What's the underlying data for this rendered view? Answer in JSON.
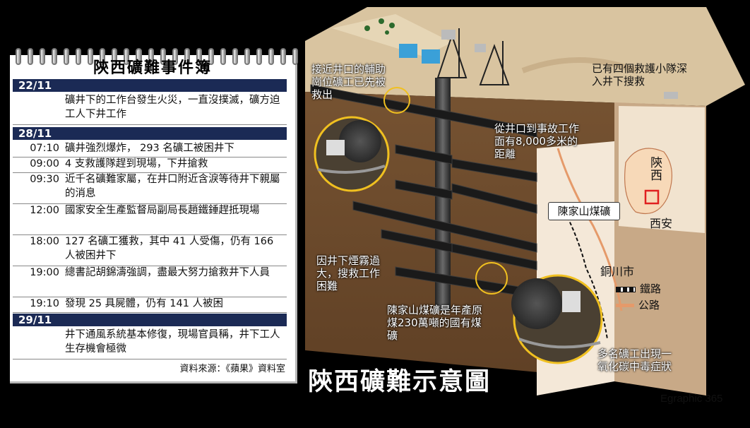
{
  "notebook": {
    "title": "陝西礦難事件簿",
    "source": "資料來源：《蘋果》資料室",
    "days": [
      {
        "date": "22/11",
        "events": [
          {
            "time": "",
            "text": "礦井下的工作台發生火災，一直沒撲滅，礦方迫工人下井工作"
          }
        ]
      },
      {
        "date": "28/11",
        "events": [
          {
            "time": "07:10",
            "text": "礦井強烈爆炸， 293 名礦工被困井下"
          },
          {
            "time": "09:00",
            "text": "4 支救護隊趕到現場，下井搶救"
          },
          {
            "time": "09:30",
            "text": "近千名礦難家屬，在井口附近含淚等待井下親屬的消息"
          },
          {
            "time": "12:00",
            "text": "國家安全生產監督局副局長趙鐵錘趕抵現場"
          },
          {
            "time": "18:00",
            "text": "127 名礦工獲救，其中 41 人受傷，仍有 166 人被困井下"
          },
          {
            "time": "19:00",
            "text": "總書記胡錦濤強調，盡最大努力搶救井下人員"
          },
          {
            "time": "19:10",
            "text": "發現 25 具屍體，仍有 141 人被困"
          }
        ]
      },
      {
        "date": "29/11",
        "events": [
          {
            "time": "",
            "text": "井下通風系統基本修復，現場官員稱，井下工人生存機會極微"
          }
        ]
      }
    ]
  },
  "labels": {
    "worker_rescue": "接近井口的輔助崗位礦工已先被救出",
    "rescue_teams": "已有四個救護小隊深入井下搜救",
    "distance": "從井口到事故工作面有8,000多米的距離",
    "mine_name": "陳家山煤礦",
    "smoke": "因井下煙霧過大，搜救工作困難",
    "mine_info": "陳家山煤礦是年產原煤230萬噸的國有煤礦",
    "co_poisoning": "多名礦工出現一氧化碳中毒症狀",
    "province": "陝西",
    "xian": "西安",
    "tongchuan": "銅川市",
    "legend_rail": "鐵路",
    "legend_road": "公路",
    "main_title": "陝西礦難示意圖",
    "credit": "Egraphic 365"
  },
  "colors": {
    "background": "#000000",
    "date_bar": "#1b2a55",
    "earth": "#6b4a2e",
    "tunnel": "#1a1a1a",
    "highlight_circle": "#f0c020",
    "map": "#f4e8d8",
    "road": "#e59a6a"
  }
}
